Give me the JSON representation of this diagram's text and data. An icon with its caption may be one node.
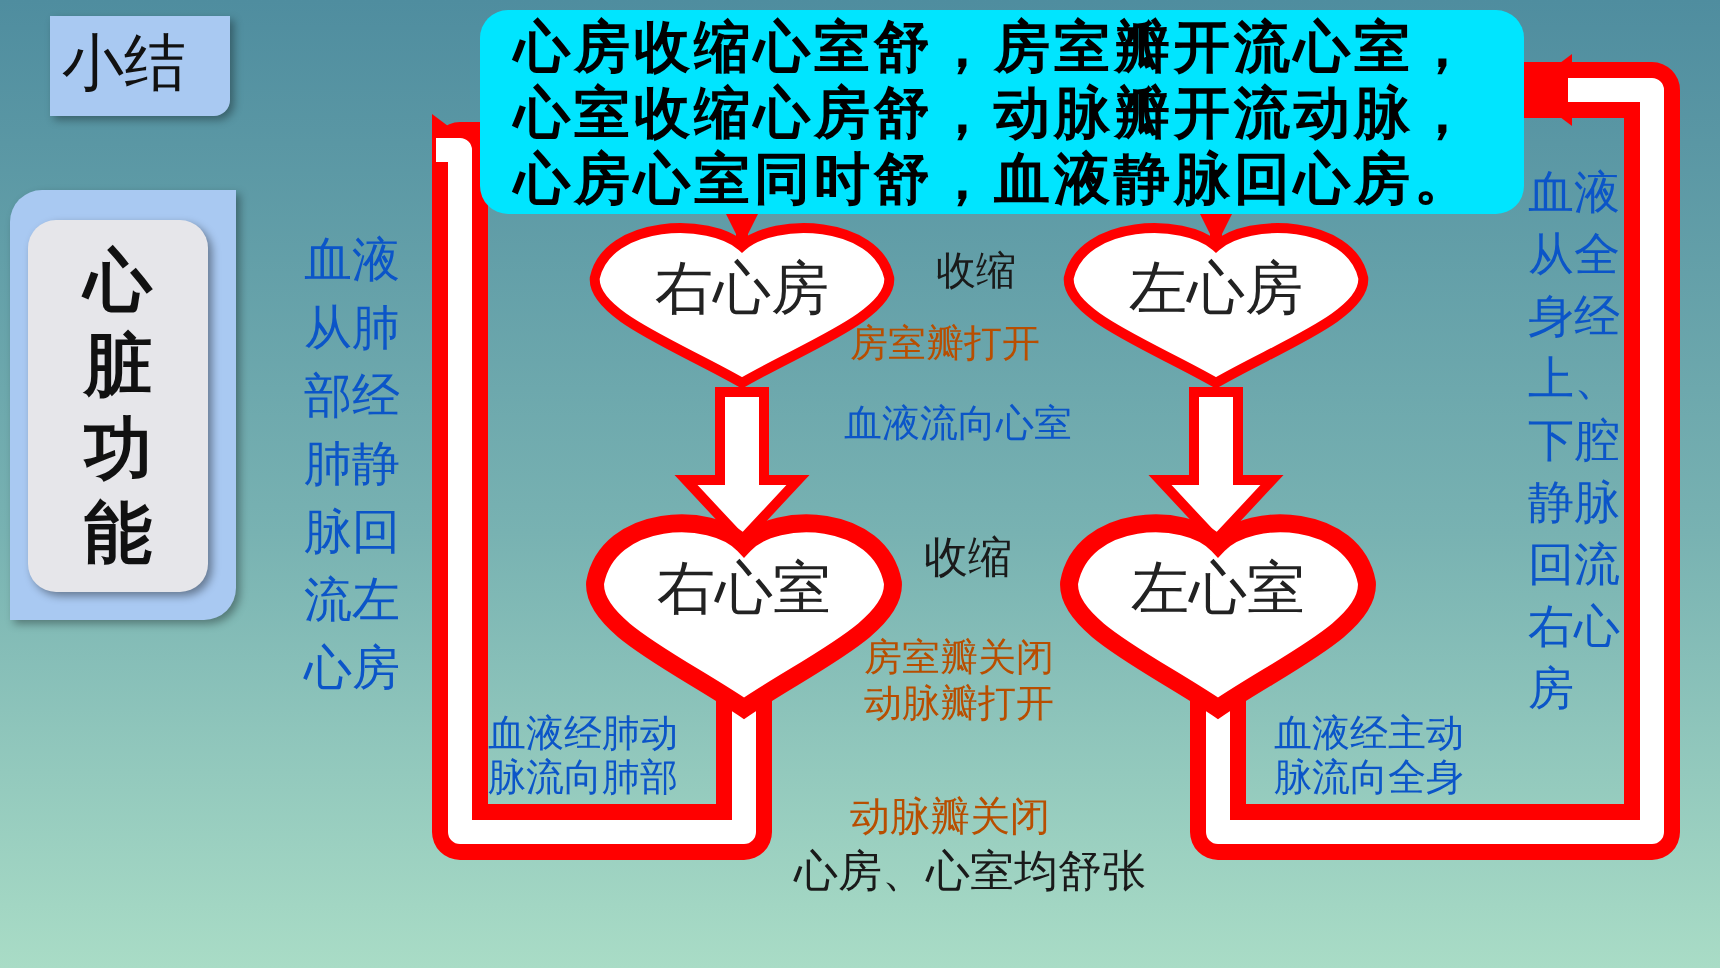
{
  "diagram": {
    "nodes": [
      {
        "text": [
          "小结"
        ]
      },
      {
        "text": [
          "心脏功能"
        ]
      },
      {
        "text": [
          "心房收缩心室舒，房室瓣开流心室，心室收缩心房舒，动脉瓣开流动脉，心房心室同时舒，血液静脉回心房。"
        ]
      },
      {
        "text": [
          "右心房"
        ]
      },
      {
        "text": [
          "左心房"
        ]
      },
      {
        "text": [
          "右心室"
        ]
      },
      {
        "text": [
          "左心室"
        ]
      }
    ],
    "edges": [
      {
        "from": 2,
        "to": 3,
        "arrow": "to"
      },
      {
        "from": 2,
        "to": 4,
        "arrow": "to"
      },
      {
        "from": 3,
        "to": 5,
        "arrow": "to"
      },
      {
        "from": 4,
        "to": 6,
        "arrow": "to"
      },
      {
        "from": 5,
        "to": 2,
        "arrow": "to",
        "style": "thick"
      },
      {
        "from": 6,
        "to": 2,
        "arrow": "to",
        "style": "thick"
      }
    ],
    "labels": [
      "血液从全身经上、下腔静脉回流右心房",
      "血液从肺部经肺静脉回流左心房",
      "收缩",
      "房室瓣打开",
      "血液流向心室",
      "收缩",
      "房室瓣关闭",
      "动脉瓣打开",
      "血液经肺动脉流向肺部",
      "血液经主动脉流向全身",
      "动脉瓣关闭",
      "心房、心室均舒张"
    ]
  }
}
